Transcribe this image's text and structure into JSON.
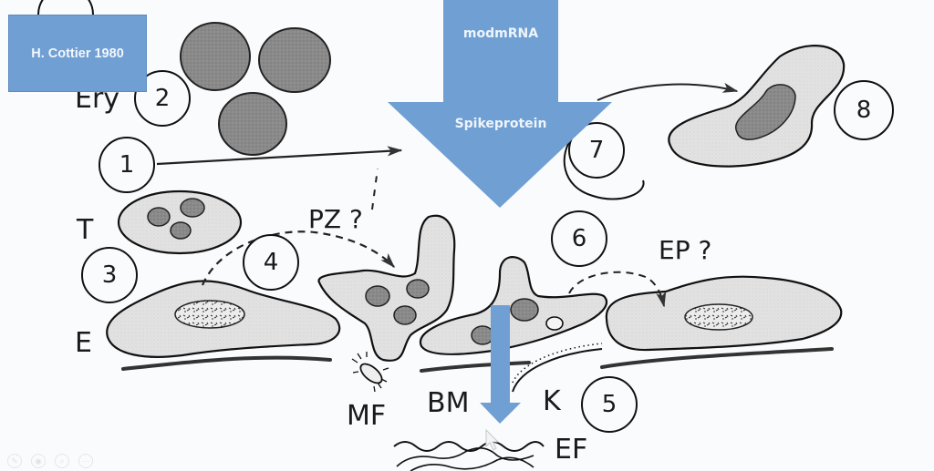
{
  "slide": {
    "source_box": {
      "text": "H. Cottier 1980",
      "color": "#6f9fd3"
    },
    "big_arrow": {
      "top_text": "modmRNA",
      "bottom_text": "Spikeprotein",
      "color": "#6f9fd3"
    },
    "small_arrow": {
      "color": "#6f9fd3"
    },
    "labels": {
      "ery": "Ery",
      "t": "T",
      "e": "E",
      "pz": "PZ ?",
      "ep": "EP ?",
      "mf": "MF",
      "bm": "BM",
      "k": "K",
      "ef": "EF"
    },
    "numbers": [
      "1",
      "2",
      "3",
      "4",
      "5",
      "6",
      "7",
      "8"
    ]
  },
  "presentation_controls": [
    {
      "name": "pen",
      "glyph": "✎"
    },
    {
      "name": "pointer",
      "glyph": "◉"
    },
    {
      "name": "zoom",
      "glyph": "⌕"
    },
    {
      "name": "more",
      "glyph": "⋯"
    }
  ]
}
